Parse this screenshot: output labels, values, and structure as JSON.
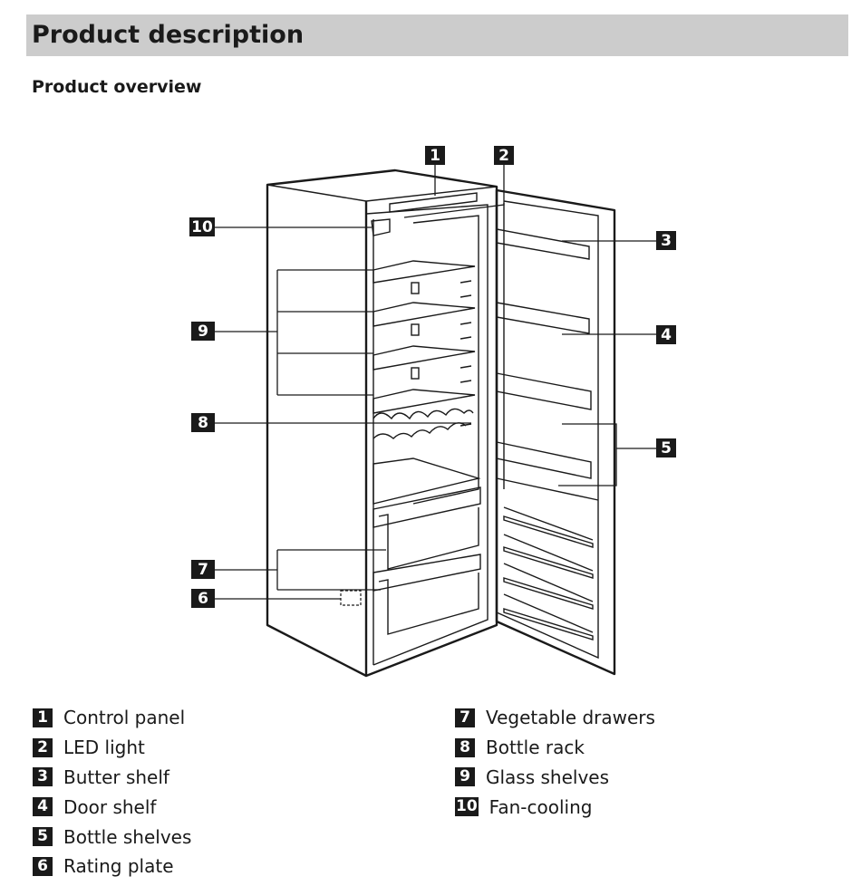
{
  "header": {
    "title": "Product description"
  },
  "section": {
    "title": "Product overview"
  },
  "callouts": [
    "1",
    "2",
    "3",
    "4",
    "5",
    "6",
    "7",
    "8",
    "9",
    "10"
  ],
  "legend": [
    {
      "num": "1",
      "label": "Control panel"
    },
    {
      "num": "2",
      "label": "LED light"
    },
    {
      "num": "3",
      "label": "Butter shelf"
    },
    {
      "num": "4",
      "label": "Door shelf"
    },
    {
      "num": "5",
      "label": "Bottle shelves"
    },
    {
      "num": "6",
      "label": "Rating plate"
    },
    {
      "num": "7",
      "label": "Vegetable drawers"
    },
    {
      "num": "8",
      "label": "Bottle rack"
    },
    {
      "num": "9",
      "label": "Glass shelves"
    },
    {
      "num": "10",
      "label": "Fan-cooling"
    }
  ]
}
